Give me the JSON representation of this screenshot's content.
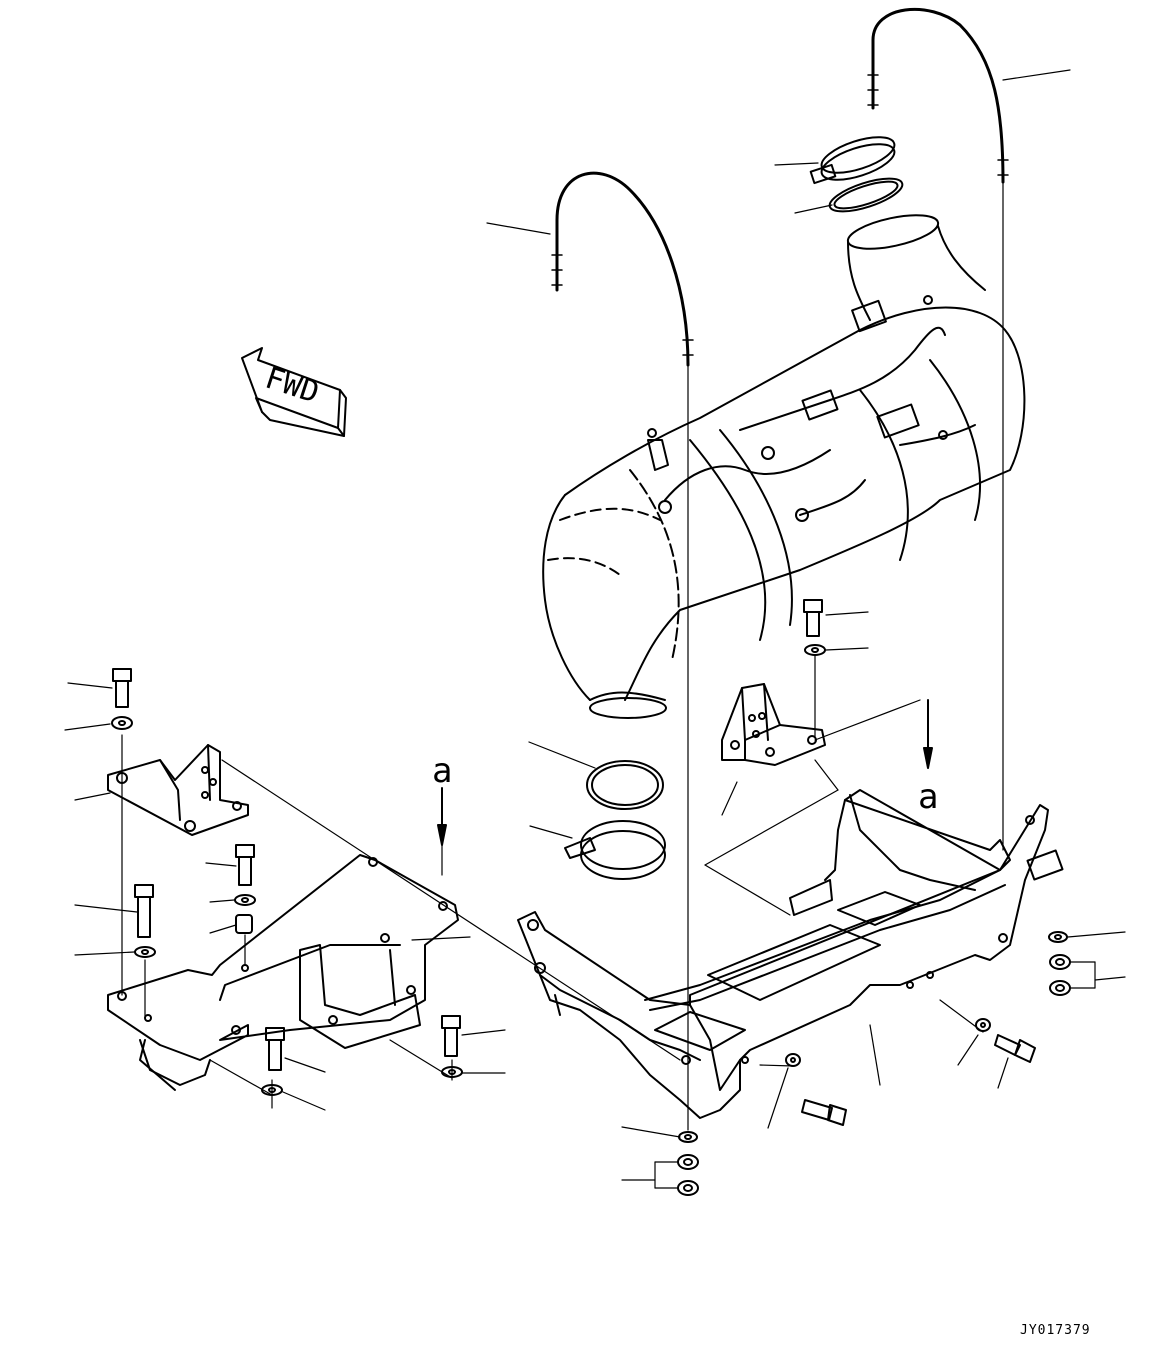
{
  "drawing": {
    "direction_label": "FWD",
    "view_labels": [
      "a",
      "a"
    ],
    "drawing_code": "JY017379"
  }
}
